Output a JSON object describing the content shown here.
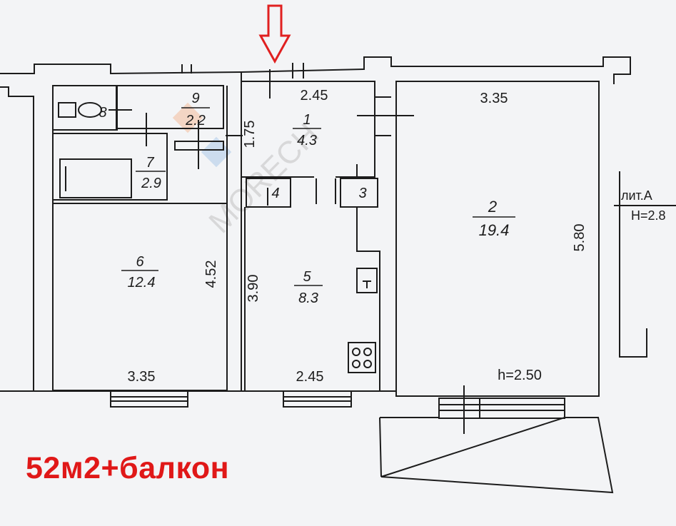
{
  "plan": {
    "entrance_arrow_icon": "down-arrow-icon",
    "rooms": [
      {
        "number": "1",
        "area": "4.3"
      },
      {
        "number": "2",
        "area": "19.4"
      },
      {
        "number": "3",
        "area": ""
      },
      {
        "number": "4",
        "area": ""
      },
      {
        "number": "5",
        "area": "8.3"
      },
      {
        "number": "6",
        "area": "12.4"
      },
      {
        "number": "7",
        "area": "2.9"
      },
      {
        "number": "8",
        "area": ""
      },
      {
        "number": "9",
        "area": "2.2"
      }
    ],
    "dimensions": {
      "hall_top": "2.45",
      "living_top": "3.35",
      "hall_height": "1.75",
      "room6_height": "4.52",
      "kitchen_height": "3.90",
      "living_height": "5.80",
      "room6_bottom": "3.35",
      "kitchen_bottom": "2.45"
    },
    "ceiling_height": "h=2.50",
    "outside_label_line1": "лит.А",
    "outside_label_line2": "H=2.8",
    "watermark": "MORECH"
  },
  "annotation": "52м2+балкон",
  "colors": {
    "annotation": "#e01818",
    "arrow": "#e02020",
    "lines": "#1c1c1c",
    "background": "#f3f4f6"
  }
}
